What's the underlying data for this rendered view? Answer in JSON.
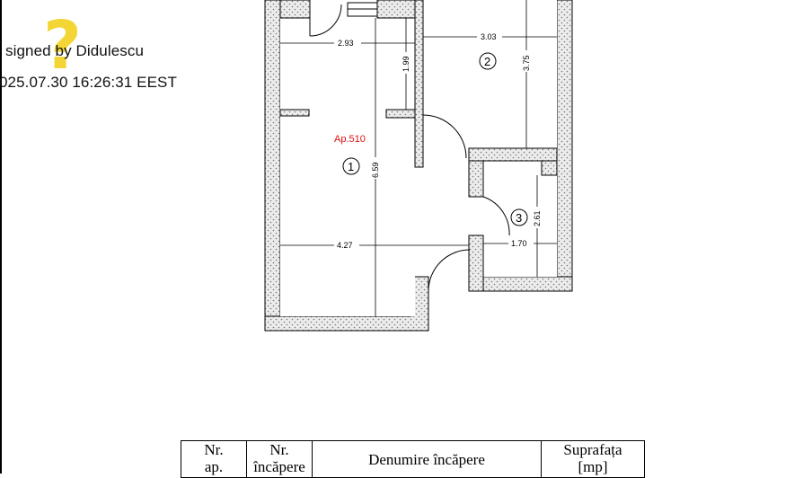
{
  "signature": {
    "line1": "signed by Didulescu",
    "line2": "025.07.30 16:26:31 EEST",
    "mark": "?"
  },
  "plan": {
    "apartment_label": "Ap.510",
    "rooms": [
      "1",
      "2",
      "3"
    ],
    "dimensions": {
      "d_293": "2.93",
      "d_199": "1.99",
      "d_303": "3.03",
      "d_375": "3.75",
      "d_659": "6.59",
      "d_427": "4.27",
      "d_261": "2.61",
      "d_170": "1.70"
    }
  },
  "table": {
    "headers": [
      "Nr.\nap.",
      "Nr.\nîncăpere",
      "Denumire încăpere",
      "Suprafața\n[mp]"
    ]
  },
  "colors": {
    "wall_fill": "#e6e6e6",
    "label_red": "#dd1111",
    "signature_mark": "#f2d11a"
  }
}
